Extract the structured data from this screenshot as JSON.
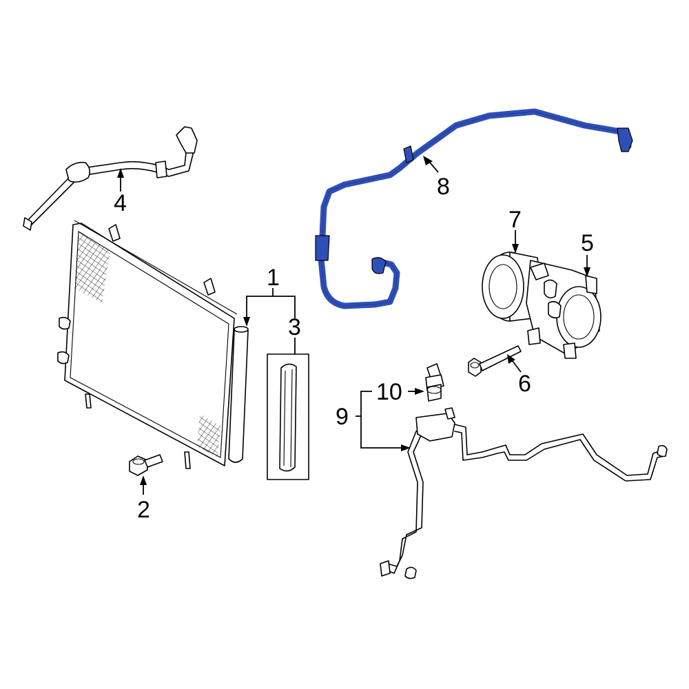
{
  "diagram": {
    "highlight_color": "#2f4fb8",
    "callouts": {
      "c1": "1",
      "c2": "2",
      "c3": "3",
      "c4": "4",
      "c5": "5",
      "c6": "6",
      "c7": "7",
      "c8": "8",
      "c9": "9",
      "c10": "10"
    },
    "parts": [
      {
        "callout": "1",
        "part": "condenser",
        "icon": "condenser-icon"
      },
      {
        "callout": "2",
        "part": "bolt",
        "icon": "bolt-icon"
      },
      {
        "callout": "3",
        "part": "desiccant",
        "icon": "desiccant-icon"
      },
      {
        "callout": "4",
        "part": "discharge hose",
        "icon": "hose-icon"
      },
      {
        "callout": "5",
        "part": "compressor",
        "icon": "compressor-icon"
      },
      {
        "callout": "6",
        "part": "mounting bolt",
        "icon": "bolt-icon"
      },
      {
        "callout": "7",
        "part": "clutch",
        "icon": "clutch-icon"
      },
      {
        "callout": "8",
        "part": "suction hose",
        "icon": "hose-icon",
        "highlighted": true
      },
      {
        "callout": "9",
        "part": "liquid line",
        "icon": "tube-icon"
      },
      {
        "callout": "10",
        "part": "pressure switch",
        "icon": "switch-icon"
      }
    ]
  }
}
